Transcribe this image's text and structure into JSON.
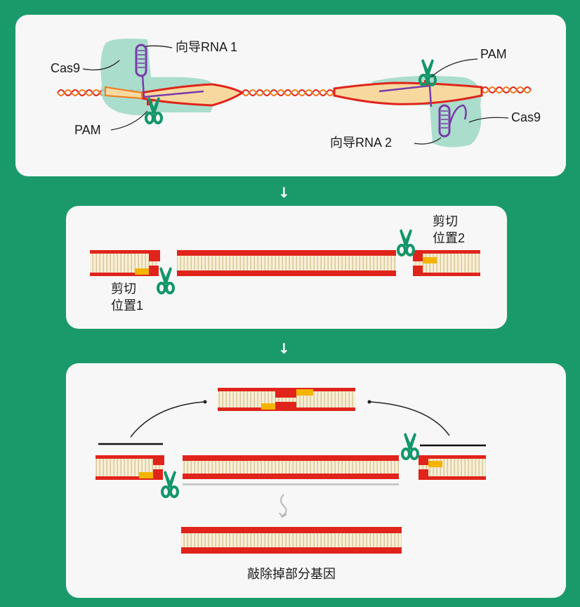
{
  "colors": {
    "background": "#1a9a6a",
    "panel": "#f7f7f7",
    "dna_red": "#e0241b",
    "dna_orange": "#ef7a1a",
    "pam_yellow": "#f5b400",
    "cas9_green": "#9ed8c6",
    "guide_purple": "#7a3aa8",
    "scissors_green": "#12966a",
    "rung_cream": "#f3e6c4"
  },
  "step1": {
    "labels": {
      "guide_rna_1": "向导RNA 1",
      "cas9_left": "Cas9",
      "pam_left": "PAM",
      "pam_right": "PAM",
      "cas9_right": "Cas9",
      "guide_rna_2": "向导RNA 2"
    }
  },
  "step2": {
    "cut_site_1": [
      "剪切",
      "位置1"
    ],
    "cut_site_2": [
      "剪切",
      "位置2"
    ]
  },
  "step3": {
    "caption": "敲除掉部分基因"
  },
  "icons": {
    "step_arrow": "arrow-down-icon",
    "scissors": "scissors-icon"
  }
}
